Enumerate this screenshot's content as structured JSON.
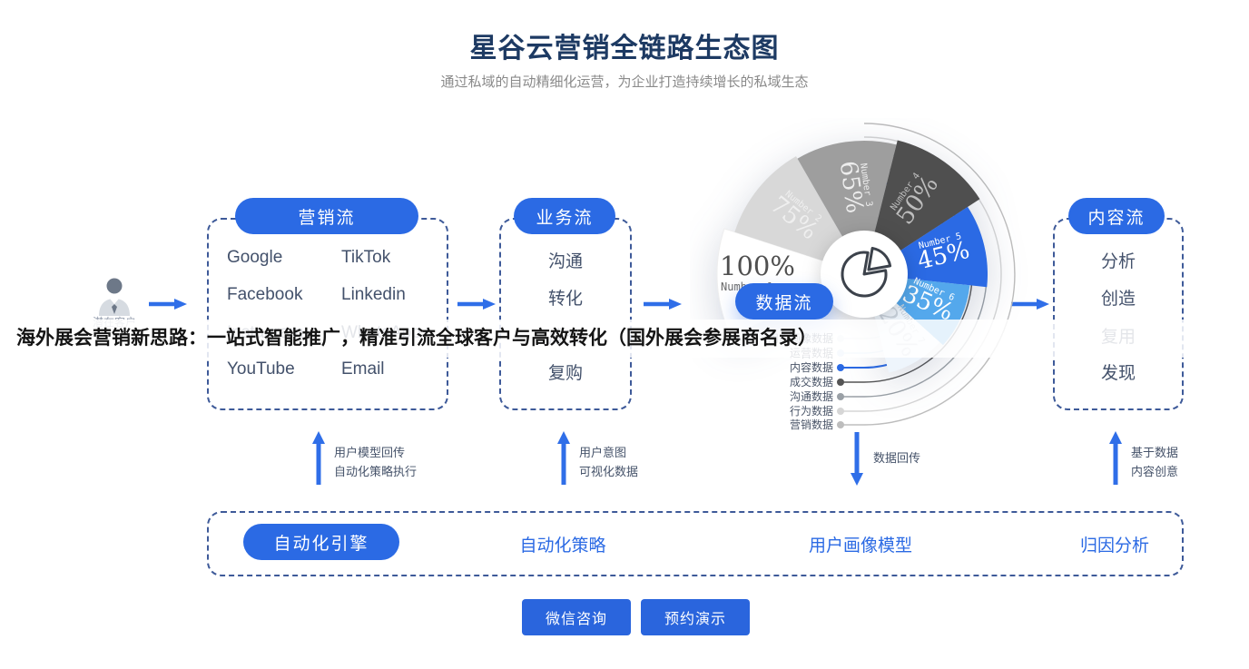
{
  "page": {
    "title": "星谷云营销全链路生态图",
    "subtitle": "通过私域的自动精细化运营，为企业打造持续增长的私域生态"
  },
  "overlay": {
    "text": "海外展会营销新思路：一站式智能推广，精准引流全球客户与高效转化（国外展会参展商名录）"
  },
  "visitor": {
    "icon": "person-icon",
    "label": "潜在客户"
  },
  "flows": {
    "marketing": {
      "title": "营销流",
      "items": [
        "Google",
        "TikTok",
        "Facebook",
        "Linkedin",
        "Instagram",
        "WhatsApp",
        "YouTube",
        "Email"
      ]
    },
    "business": {
      "title": "业务流",
      "items": [
        "沟通",
        "转化",
        "成交",
        "复购"
      ]
    },
    "data": {
      "title": "数据流"
    },
    "content": {
      "title": "内容流",
      "items": [
        "分析",
        "创造",
        "复用",
        "发现"
      ]
    }
  },
  "data_labels": [
    {
      "label": "用户画像数据",
      "color": "#e7ecf1"
    },
    {
      "label": "运营数据",
      "color": "#c8dff6"
    },
    {
      "label": "内容数据",
      "color": "#2b6ae4"
    },
    {
      "label": "成交数据",
      "color": "#555555"
    },
    {
      "label": "沟通数据",
      "color": "#9aa0a6"
    },
    {
      "label": "行为数据",
      "color": "#d6d6d6"
    },
    {
      "label": "营销数据",
      "color": "#bdbdbd"
    }
  ],
  "arrows": {
    "marketing_up": [
      "用户模型回传",
      "自动化策略执行"
    ],
    "business_up": [
      "用户意图",
      "可视化数据"
    ],
    "data_down": [
      "数据回传"
    ],
    "content_up": [
      "基于数据",
      "内容创意"
    ]
  },
  "bottom": {
    "engine": "自动化引擎",
    "strategy": "自动化策略",
    "persona": "用户画像模型",
    "attribution": "归因分析"
  },
  "cta": {
    "wechat": "微信咨询",
    "demo": "预约演示"
  },
  "chart_data": {
    "type": "pie",
    "variant": "nightingale-rose",
    "center_icon": "pie-chart-icon",
    "legend_position": "bottom-left",
    "segments": [
      {
        "name": "Number 1",
        "value": 100,
        "label": "100%",
        "color": "#ffffff",
        "text_color": "#4f4f4f"
      },
      {
        "name": "Number 2",
        "value": 75,
        "label": "75%",
        "color": "#d8d8d8",
        "text_color": "#efefef"
      },
      {
        "name": "Number 3",
        "value": 65,
        "label": "65%",
        "color": "#9e9e9e",
        "text_color": "#ededed"
      },
      {
        "name": "Number 4",
        "value": 50,
        "label": "50%",
        "color": "#4f4f4f",
        "text_color": "#bdbdbd"
      },
      {
        "name": "Number 5",
        "value": 45,
        "label": "45%",
        "color": "#2b6ae4",
        "text_color": "#ffffff"
      },
      {
        "name": "Number 6",
        "value": 35,
        "label": "35%",
        "color": "#54a8ec",
        "text_color": "#ffffff"
      },
      {
        "name": "Number 7",
        "value": 20,
        "label": "20%",
        "color": "#eef5fc",
        "text_color": "#c9d2dc"
      }
    ]
  },
  "colors": {
    "accent_blue": "#2b6ae4",
    "cta_blue": "#2a65dd",
    "dashed_border": "#3e5a99",
    "title_navy": "#1d3a63",
    "item_text": "#43516b"
  }
}
